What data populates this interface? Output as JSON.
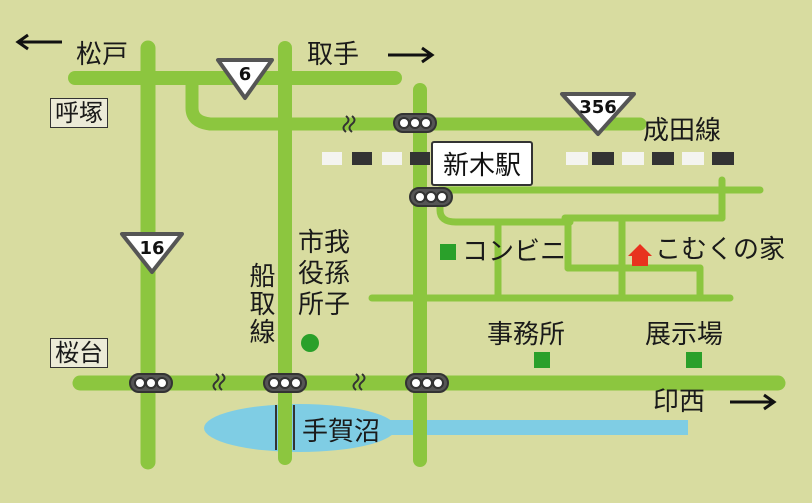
{
  "labels": {
    "matsudo": "松戸",
    "toride": "取手",
    "yobitsuka": "呼塚",
    "sakuradai": "桜台",
    "inzai": "印西",
    "narita_line": "成田線",
    "shinkiba_station": "新木駅",
    "convenience_store": "コンビニ",
    "komuku_house": "こむくの家",
    "office": "事務所",
    "exhibition_site": "展示場",
    "funatori_line": "船取線",
    "abiko_city_office": "市我役孫所子",
    "tega_marsh": "手賀沼"
  },
  "route_shields": {
    "r6": "6",
    "r356": "356",
    "r16": "16"
  },
  "colors": {
    "background": "#d8dca0",
    "road": "#8cc63f",
    "water": "#7fcde4",
    "marker_green": "#2aa02a",
    "house_red": "#e8321e"
  }
}
